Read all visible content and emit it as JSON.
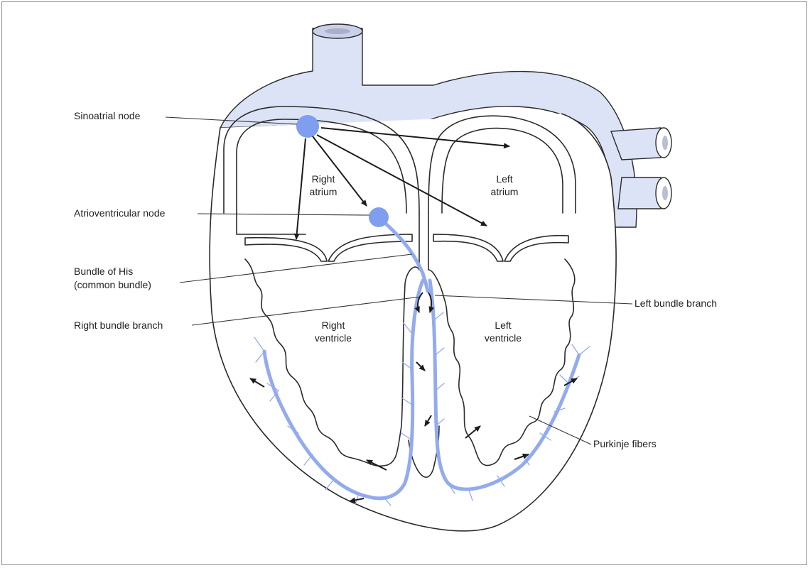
{
  "labels": {
    "sinoatrial_node": "Sinoatrial node",
    "atrioventricular_node": "Atrioventricular node",
    "bundle_of_his_line1": "Bundle of His",
    "bundle_of_his_line2": "(common bundle)",
    "right_bundle_branch": "Right bundle branch",
    "left_bundle_branch": "Left bundle branch",
    "purkinje_fibers": "Purkinje fibers"
  },
  "chambers": {
    "right_atrium_line1": "Right",
    "right_atrium_line2": "atrium",
    "left_atrium_line1": "Left",
    "left_atrium_line2": "atrium",
    "right_ventricle_line1": "Right",
    "right_ventricle_line2": "ventricle",
    "left_ventricle_line1": "Left",
    "left_ventricle_line2": "ventricle"
  },
  "colors": {
    "conduction": "#93abee",
    "vessel_fill": "#dde3f7",
    "node": "#7f9ef0"
  }
}
